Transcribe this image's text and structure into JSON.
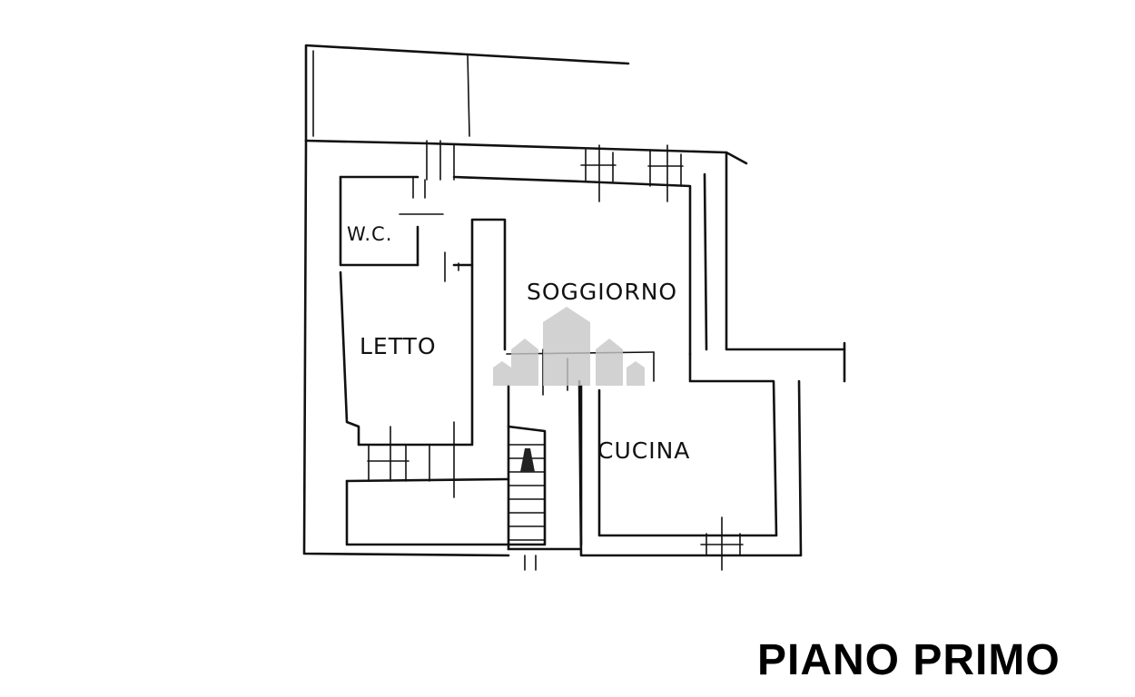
{
  "floor_title": "PIANO PRIMO",
  "rooms": {
    "wc": "W.C.",
    "soggiorno": "SOGGIORNO",
    "letto": "LETTO",
    "cucina": "CUCINA"
  },
  "colors": {
    "ink": "#111111",
    "watermark": "#c8c8c8"
  }
}
